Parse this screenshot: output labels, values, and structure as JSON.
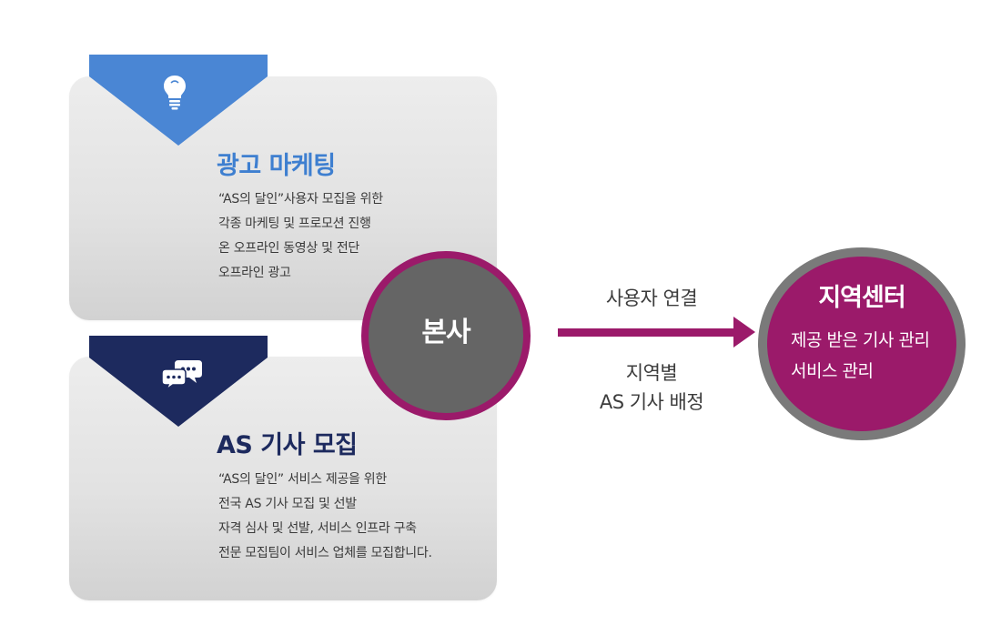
{
  "marketing_card": {
    "title": "광고 마케팅",
    "lines": [
      "“AS의 달인”사용자 모집을 위한",
      "각종 마케팅 및 프로모션 진행",
      "온 오프라인 동영상 및 전단",
      "오프라인 광고"
    ],
    "icon": "lightbulb-icon",
    "accent": "#4a86d4"
  },
  "recruit_card": {
    "title": "AS 기사 모집",
    "lines": [
      "“AS의 달인” 서비스 제공을 위한",
      "전국 AS 기사 모집 및 선발",
      "자격 심사 및 선발, 서비스 인프라 구축",
      "전문 모집팀이 서비스 업체를 모집합니다."
    ],
    "icon": "chat-bubbles-icon",
    "accent": "#1d2a5e"
  },
  "hq": {
    "label": "본사",
    "fill": "#656565",
    "ring": "#9b1a6a"
  },
  "flow": {
    "top_label": "사용자 연결",
    "bottom_lines": [
      "지역별",
      "AS 기사 배정"
    ],
    "arrow_color": "#9b1a6a"
  },
  "center": {
    "title": "지역센터",
    "lines": [
      "제공 받은 기사 관리",
      "서비스 관리"
    ],
    "fill": "#9b1a6a",
    "ring": "#7a7a7a"
  }
}
